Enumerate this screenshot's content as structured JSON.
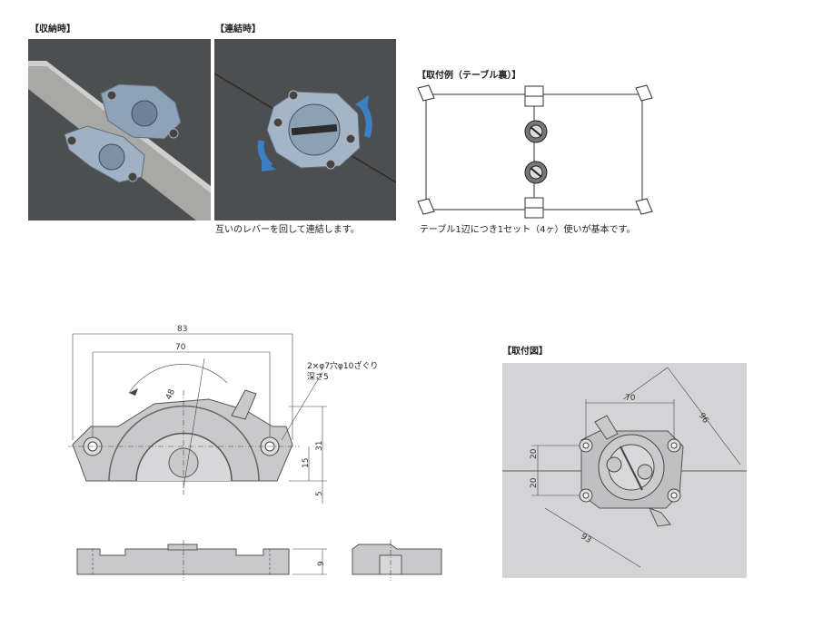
{
  "storage": {
    "title": "【収納時】"
  },
  "connected": {
    "title": "【連結時】",
    "caption": "互いのレバーを回して連結します。"
  },
  "example": {
    "title": "【取付例（テーブル裏）】",
    "caption": "テーブル1辺につき1セット（4ヶ）使いが基本です。"
  },
  "front_view": {
    "dims": {
      "overall": "83",
      "hole_pitch": "70",
      "radius": "48",
      "height_total": "31",
      "height_mid": "15",
      "bottom": "5",
      "thickness": "9"
    },
    "hole_note_line1": "2×φ7穴φ10ざぐり",
    "hole_note_line2": "深さ5"
  },
  "mounting": {
    "title": "【取付図】",
    "dims": {
      "pitch": "70",
      "diag": "96",
      "upper": "20",
      "lower": "20",
      "bottom_diag": "93"
    }
  },
  "colors": {
    "photo_bg": "#4d4e50",
    "part_fill": "#c9c9cb",
    "drawing_bg": "#d4d4d6",
    "arrow_blue": "#3b7fc4"
  }
}
